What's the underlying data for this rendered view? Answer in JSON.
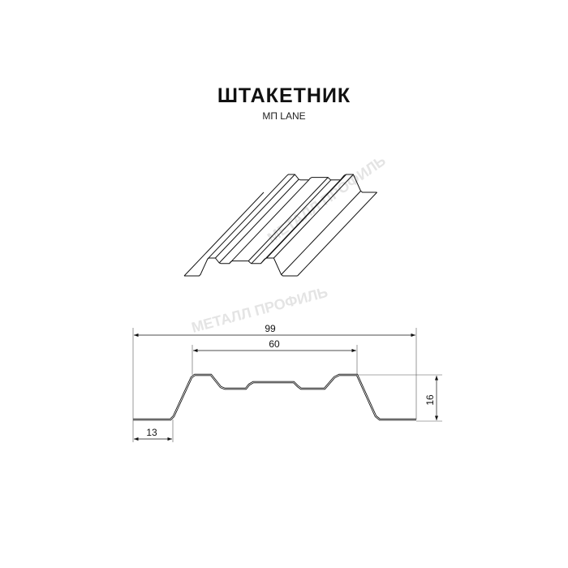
{
  "title": "ШТАКЕТНИК",
  "subtitle": "МП LANE",
  "watermark": "МЕТАЛЛ ПРОФИЛЬ",
  "dimensions": {
    "total_width": "99",
    "top_width": "60",
    "height": "16",
    "flange": "13"
  },
  "colors": {
    "line": "#111111",
    "watermark": "#e4e4e4"
  }
}
